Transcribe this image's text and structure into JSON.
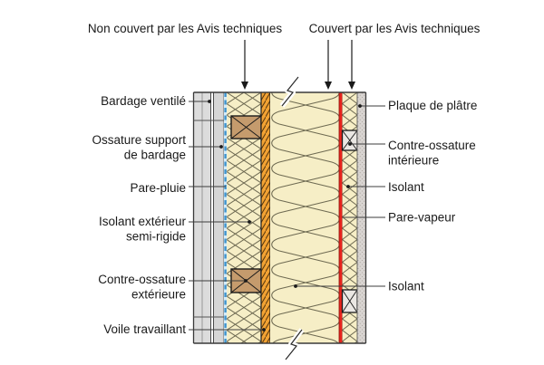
{
  "top_annotations": {
    "not_covered": "Non couvert par les Avis techniques",
    "covered": "Couvert par les Avis techniques"
  },
  "left_labels": [
    {
      "line1": "Bardage ventilé"
    },
    {
      "line1": "Ossature support",
      "line2": "de bardage"
    },
    {
      "line1": "Pare-pluie"
    },
    {
      "line1": "Isolant extérieur",
      "line2": "semi-rigide"
    },
    {
      "line1": "Contre-ossature",
      "line2": "extérieure"
    },
    {
      "line1": "Voile travaillant"
    }
  ],
  "right_labels": [
    {
      "line1": "Plaque de plâtre"
    },
    {
      "line1": "Contre-ossature",
      "line2": "intérieure"
    },
    {
      "line1": "Isolant"
    },
    {
      "line1": "Pare-vapeur"
    },
    {
      "line1": "Isolant"
    }
  ],
  "layers": [
    "bardage-ventile",
    "ossature-support-de-bardage",
    "pare-pluie",
    "isolant-exterieur-semi-rigide",
    "contre-ossature-exterieure",
    "voile-travaillant",
    "isolant",
    "pare-vapeur",
    "isolant-interieur",
    "contre-ossature-interieure",
    "plaque-de-platre"
  ],
  "colors": {
    "insulation_fill": "#f6eec6",
    "insulation_line": "#6e6a52",
    "voile_orange": "#f2a233",
    "pare_pluie_bg": "#d4ebf8",
    "pare_pluie_dash": "#3f93cc",
    "pare_vapeur_red": "#e8241d",
    "wood_brown": "#c59b6d",
    "wood_light": "#eae7e3",
    "cladding_gray": "#dcdcdc",
    "batten_gray": "#d6d6d6",
    "plaster_gray": "#d8d4d1",
    "line_dark": "#3a3a3a"
  }
}
